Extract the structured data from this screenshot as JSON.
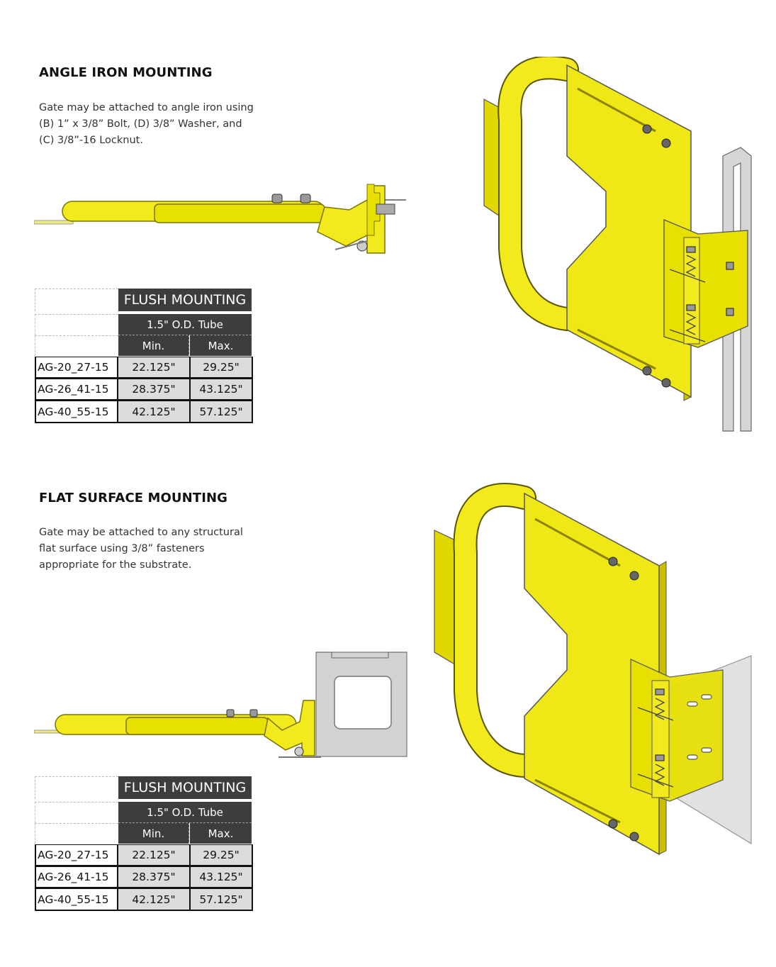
{
  "sections": [
    {
      "heading": "ANGLE IRON MOUNTING",
      "lines": [
        "Gate may be attached to angle iron using",
        "(B) 1” x 3/8” Bolt, (D) 3/8” Washer, and",
        "(C) 3/8”-16 Locknut."
      ],
      "table": {
        "title": "FLUSH MOUNTING",
        "subtitle": "1.5\" O.D. Tube",
        "col_min": "Min.",
        "col_max": "Max.",
        "rows": [
          {
            "model": "AG-20_27-15",
            "min": "22.125\"",
            "max": "29.25\""
          },
          {
            "model": "AG-26_41-15",
            "min": "28.375\"",
            "max": "43.125\""
          },
          {
            "model": "AG-40_55-15",
            "min": "42.125\"",
            "max": "57.125\""
          }
        ]
      }
    },
    {
      "heading": "FLAT SURFACE MOUNTING",
      "lines": [
        "Gate may be attached to any structural",
        "flat surface using 3/8” fasteners",
        "appropriate for the substrate."
      ],
      "table": {
        "title": "FLUSH MOUNTING",
        "subtitle": "1.5\" O.D. Tube",
        "col_min": "Min.",
        "col_max": "Max.",
        "rows": [
          {
            "model": "AG-20_27-15",
            "min": "22.125\"",
            "max": "29.25\""
          },
          {
            "model": "AG-26_41-15",
            "min": "28.375\"",
            "max": "43.125\""
          },
          {
            "model": "AG-40_55-15",
            "min": "42.125\"",
            "max": "57.125\""
          }
        ]
      }
    }
  ],
  "colors": {
    "gate_yellow": "#f2ea1c",
    "gate_shade": "#c9c000",
    "header_dark": "#3d3d3d",
    "value_gray": "#dcdcdc",
    "steel_gray": "#c8c8c8"
  }
}
